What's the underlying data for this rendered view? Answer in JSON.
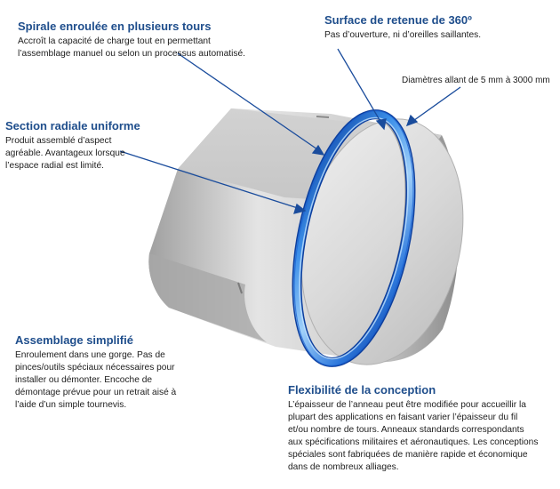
{
  "callouts": {
    "spiral": {
      "title": "Spirale enroulée en plusieurs tours",
      "lines": [
        "Accroît la capacité de charge tout en permettant",
        "l’assemblage manuel ou selon un processus automatisé."
      ]
    },
    "surface": {
      "title": "Surface de retenue de 360º",
      "lines": [
        "Pas d’ouverture, ni d’oreilles saillantes."
      ]
    },
    "section": {
      "title": "Section radiale uniforme",
      "lines": [
        "Produit assemblé d’aspect",
        "agréable. Avantageux lorsque",
        "l’espace radial est limité."
      ]
    },
    "assembly": {
      "title": "Assemblage simplifié",
      "lines": [
        "Enroulement dans une gorge. Pas de",
        "pinces/outils spéciaux nécessaires pour",
        "installer ou démonter. Encoche de",
        "démontage prévue pour un retrait aisé à",
        "l’aide d’un simple tournevis."
      ]
    },
    "flexibility": {
      "title": "Flexibilité de la conception",
      "lines": [
        "L’épaisseur de l’anneau peut être modifiée pour accueillir la",
        "plupart des applications en faisant varier l’épaisseur du fil",
        "et/ou nombre de tours. Anneaux standards correspondants",
        "aux spécifications militaires et aéronautiques. Les conceptions",
        "spéciales sont fabriquées de manière rapide et économique",
        "dans de nombreux alliages."
      ]
    }
  },
  "dimension_label": "Diamètres allant de 5 mm à 3000 mm",
  "colors": {
    "heading": "#1f4e8c",
    "ring": "#1a5fd0",
    "ring_highlight": "#7fbcf5",
    "metal_light": "#e6e6e6",
    "metal_dark": "#9c9c9c",
    "leader_line": "#1a4c9c"
  }
}
